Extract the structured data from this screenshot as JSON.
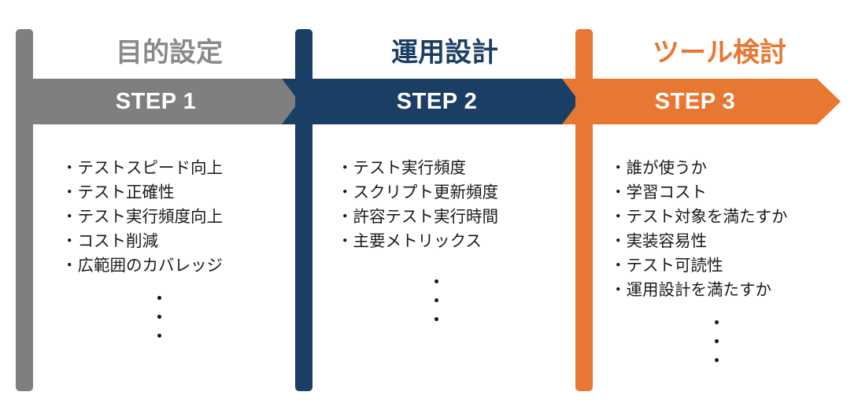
{
  "diagram": {
    "title_hidden": "",
    "colors": {
      "step1": "#7F7F7F",
      "step1_heading": "#8A8A8A",
      "step2": "#1B3E64",
      "step3": "#E87732",
      "text": "#1A1A1A",
      "label_text": "#FFFFFF",
      "background": "#FFFFFF"
    },
    "columns": [
      {
        "heading": "目的設定",
        "step_label": "STEP  1",
        "items": [
          "・テストスピード向上",
          "・テスト正確性",
          "・テスト実行頻度向上",
          "・コスト削減",
          "・広範囲のカバレッジ"
        ],
        "continuation": "vertical-ellipsis"
      },
      {
        "heading": "運用設計",
        "step_label": "STEP 2",
        "items": [
          "・テスト実行頻度",
          "・スクリプト更新頻度",
          "・許容テスト実行時間",
          "・主要メトリックス"
        ],
        "continuation": "vertical-ellipsis"
      },
      {
        "heading": "ツール検討",
        "step_label": "STEP 3",
        "items": [
          "・誰が使うか",
          "・学習コスト",
          "・テスト対象を満たすか",
          "・実装容易性",
          "・テスト可読性",
          "・運用設計を満たすか"
        ],
        "continuation": "vertical-ellipsis"
      }
    ]
  }
}
